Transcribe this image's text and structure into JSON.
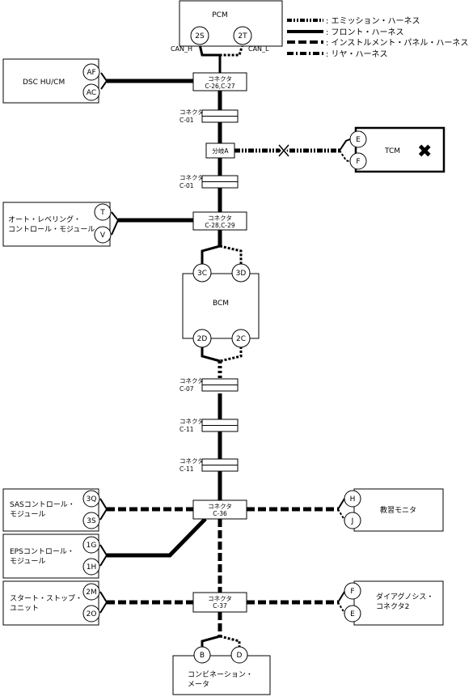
{
  "legend": {
    "emission": ": エミッション・ハーネス",
    "front": ": フロント・ハーネス",
    "instrument": ": インストルメント・パネル・ハーネス",
    "rear": ": リヤ・ハーネス"
  },
  "modules": {
    "pcm": {
      "label": "PCM",
      "pin_left": "2S",
      "pin_right": "2T",
      "can_h": "CAN_H",
      "can_l": "CAN_L"
    },
    "dsc": {
      "label": "DSC HU/CM",
      "pin_top": "AF",
      "pin_bottom": "AC"
    },
    "tcm": {
      "label": "TCM",
      "pin_top": "E",
      "pin_bottom": "F",
      "disabled_mark": "✖"
    },
    "leveling": {
      "line1": "オート・レベリング・",
      "line2": "コントロール・モジュール",
      "pin_top": "T",
      "pin_bottom": "V"
    },
    "bcm": {
      "label": "BCM",
      "pin_tl": "3C",
      "pin_tr": "3D",
      "pin_bl": "2D",
      "pin_br": "2C"
    },
    "sas": {
      "line1": "SASコントロール・",
      "line2": "モジュール",
      "pin_top": "3Q",
      "pin_bottom": "3S"
    },
    "eps": {
      "line1": "EPSコントロール・",
      "line2": "モジュール",
      "pin_top": "1G",
      "pin_bottom": "1H"
    },
    "startstop": {
      "line1": "スタート・ストップ・",
      "line2": "ユニット",
      "pin_top": "2M",
      "pin_bottom": "2O"
    },
    "monitor": {
      "label": "教習モニタ",
      "pin_top": "H",
      "pin_bottom": "J"
    },
    "dlc": {
      "line1": "ダイアグノシス・",
      "line2": "コネクタ2",
      "pin_top": "F",
      "pin_bottom": "E"
    },
    "meter": {
      "line1": "コンビネーション・",
      "line2": "メータ",
      "pin_left": "B",
      "pin_right": "D"
    }
  },
  "connectors": {
    "c26": {
      "line1": "コネクタ",
      "line2": "C-26,C-27"
    },
    "c01a": {
      "line1": "コネクタ",
      "line2": "C-01"
    },
    "junction": {
      "label": "分岐A"
    },
    "c01b": {
      "line1": "コネクタ",
      "line2": "C-01"
    },
    "c28": {
      "line1": "コネクタ",
      "line2": "C-28,C-29"
    },
    "c07": {
      "line1": "コネクタ",
      "line2": "C-07"
    },
    "c11a": {
      "line1": "コネクタ",
      "line2": "C-11"
    },
    "c11b": {
      "line1": "コネクタ",
      "line2": "C-11"
    },
    "c36": {
      "line1": "コネクタ",
      "line2": "C-36"
    },
    "c37": {
      "line1": "コネクタ",
      "line2": "C-37"
    }
  }
}
